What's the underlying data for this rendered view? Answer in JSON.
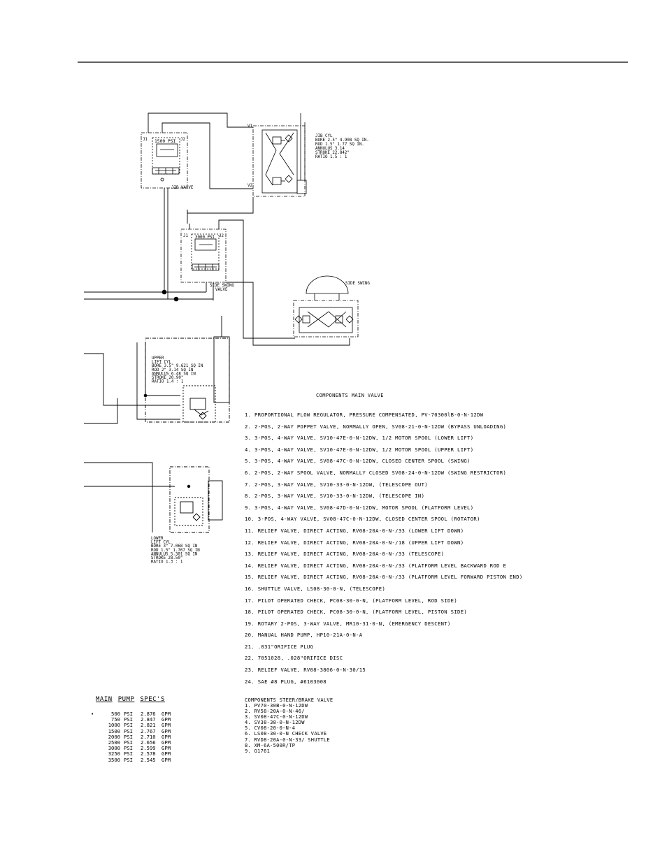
{
  "jib": {
    "valve_pressure": "1500 PSI",
    "port_j1": "J1",
    "port_j2": "J2",
    "port_v1": "V1",
    "port_v2": "V2",
    "valve_label": "JIB VALVE",
    "cyl_specs": [
      "JIB CYL",
      "BORE 2.5\"   4.908 SQ IN.",
      "ROD 1.5\"    1.77 SQ IN.",
      "ANNULUS      3.14",
      "STROKE      22.842\"",
      "RATIO       1.5 : 1"
    ]
  },
  "side_swing": {
    "valve_pressure": "3000 PSI",
    "port_j1": "J1",
    "port_j2": "J2",
    "valve_label": [
      "SIDE SWING",
      "VALVE"
    ],
    "motor_label": "SIDE SWING"
  },
  "upper_lift": {
    "cyl_specs": [
      "UPPER",
      "LIFT CYL",
      "BORE 3.5\"  9.621 SQ IN",
      "ROD 2\"     3.14  SQ IN",
      "ANNULUS    6.48  SQ IN",
      "STROKE     20.90\"",
      "RATIO      1.4 : 1"
    ]
  },
  "lower_lift": {
    "cyl_specs": [
      "LOWER",
      "LIFT CYL",
      "BORE 3\"     7.068 SQ IN",
      "ROD 1.5\"    1.767 SQ IN",
      "ANNULUS     5.301 SQ IN",
      "STROKE 28.50\"",
      "RATIO  1.3 : 1"
    ]
  },
  "components_main_valve": {
    "title": "COMPONENTS MAIN VALVE",
    "items": [
      "1.  PROPORTIONAL FLOW REGULATOR, PRESSURE COMPENSATED, PV-70300lB-0-N-12DW",
      "2.  2-POS, 2-WAY POPPET VALVE, NORMALLY OPEN, SV08-21-0-N-12DW (BYPASS UNLOADING)",
      "3.  3-POS, 4-WAY VALVE, SV10-47E-0-N-12DW, 1/2 MOTOR SPOOL (LOWER LIFT)",
      "4.  3-POS, 4-WAY VALVE, SV10-47E-0-N-12DW, 1/2 MOTOR SPOOL (UPPER LIFT)",
      "5.  3-POS, 4-WAY VALVE, SV08-47C-0-N-12DW, CLOSED CENTER SPOOL (SWING)",
      "6.  2-POS, 2-WAY SPOOL VALVE, NORMALLY CLOSED SV08-24-0-N-12DW (SWING RESTRICTOR)",
      "7.  2-POS, 3-WAY VALVE, SV10-33-0-N-12DW, (TELESCOPE OUT)",
      "8.  2-POS, 3-WAY VALVE, SV10-33-0-N-12DW, (TELESCOPE IN)",
      "9.  3-POS, 4-WAY VALVE, SV08-47D-0-N-12DW, MOTOR SPOOL (PLATFORM LEVEL)",
      "10. 3-POS, 4-WAY VALVE, SV08-47C-0-N-12DW, CLOSED CENTER SPOOL (ROTATOR)",
      "11. RELIEF VALVE, DIRECT ACTING, RV08-20A-0-N-/33 (LOWER LIFT DOWN)",
      "12. RELIEF VALVE, DIRECT ACTING, RV08-20A-0-N-/18 (UPPER LIFT DOWN)",
      "13. RELIEF VALVE, DIRECT ACTING, RV08-20A-0-N-/33 (TELESCOPE)",
      "14. RELIEF VALVE, DIRECT ACTING, RV08-20A-0-N-/33 (PLATFORM LEVEL BACKWARD ROD E",
      "15. RELIEF VALVE, DIRECT ACTING, RV08-20A-0-N-/33 (PLATFORM LEVEL FORWARD PISTON END)",
      "16. SHUTTLE VALVE, LS08-30-0-N, (TELESCOPE)",
      "17. PILOT OPERATED CHECK, PC08-30-0-N, (PLATFORM LEVEL, ROD SIDE)",
      "18. PILOT OPERATED CHECK, PC08-30-0-N, (PLATFORM LEVEL, PISTON SIDE)",
      "19. ROTARY 2-POS, 3-WAY VALVE, MR10-31-0-N, (EMERGENCY DESCENT)",
      "20. MANUAL HAND PUMP, HP10-21A-0-N-A",
      "21. .031\"ORIFICE PLUG",
      "22. 7051028, .028\"ORIFICE DISC",
      "23. RELIEF VALVE, RV08-3806-0-N-30/15",
      "24. SAE #8 PLUG, #6103008"
    ]
  },
  "main_pump_specs": {
    "title_words": [
      "MAIN",
      "PUMP",
      "SPEC'S"
    ],
    "rows": [
      {
        "mark": "•",
        "pressure": "500",
        "unit": "PSI",
        "gpm": "2.876",
        "gpm_unit": "GPM"
      },
      {
        "mark": "",
        "pressure": "750",
        "unit": "PSI",
        "gpm": "2.847",
        "gpm_unit": "GPM"
      },
      {
        "mark": "",
        "pressure": "1000",
        "unit": "PSI",
        "gpm": "2.821",
        "gpm_unit": "GPM"
      },
      {
        "mark": "",
        "pressure": "1500",
        "unit": "PSI",
        "gpm": "2.767",
        "gpm_unit": "GPM"
      },
      {
        "mark": "",
        "pressure": "2000",
        "unit": "PSI",
        "gpm": "2.710",
        "gpm_unit": "GPM"
      },
      {
        "mark": "",
        "pressure": "2500",
        "unit": "PSI",
        "gpm": "2.656",
        "gpm_unit": "GPM"
      },
      {
        "mark": "",
        "pressure": "3000",
        "unit": "PSI",
        "gpm": "2.599",
        "gpm_unit": "GPM"
      },
      {
        "mark": "",
        "pressure": "3250",
        "unit": "PSI",
        "gpm": "2.578",
        "gpm_unit": "GPM"
      },
      {
        "mark": "",
        "pressure": "3500",
        "unit": "PSI",
        "gpm": "2.545",
        "gpm_unit": "GPM"
      }
    ]
  },
  "components_steer_brake": {
    "title": "COMPONENTS STEER/BRAKE VALVE",
    "items": [
      "1. PV70-30B-0-N-12DW",
      "2. RV58-20A-0-N-46/",
      "3. SV08-47C-0-N-12DW",
      "4. SV38-38-0-N-12DW",
      "5. CV08-20-0-N-4",
      "6. LS08-30-0-N CHECK VALVE",
      "7. RVD8-20A-0-N-33/ SHUTTLE",
      "8. XM-6A-500R/TP",
      "9. G1761"
    ]
  }
}
